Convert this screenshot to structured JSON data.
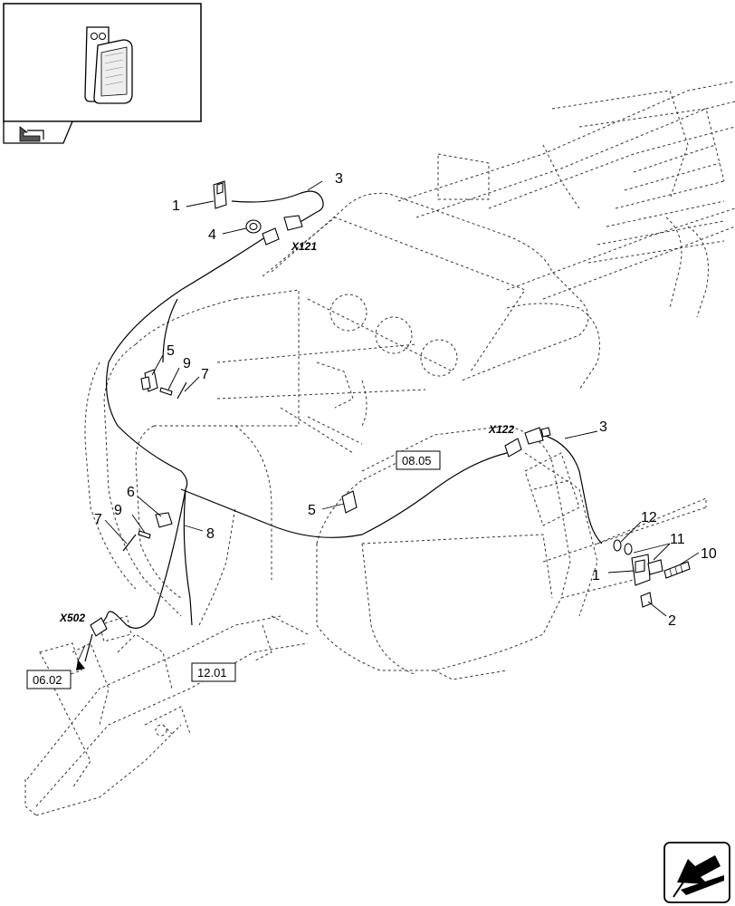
{
  "callouts": [
    {
      "id": "c1a",
      "text": "1"
    },
    {
      "id": "c3a",
      "text": "3"
    },
    {
      "id": "c4",
      "text": "4"
    },
    {
      "id": "c5a",
      "text": "5"
    },
    {
      "id": "c9a",
      "text": "9"
    },
    {
      "id": "c7a",
      "text": "7"
    },
    {
      "id": "c6",
      "text": "6"
    },
    {
      "id": "c9b",
      "text": "9"
    },
    {
      "id": "c7b",
      "text": "7"
    },
    {
      "id": "c8",
      "text": "8"
    },
    {
      "id": "c5b",
      "text": "5"
    },
    {
      "id": "c3b",
      "text": "3"
    },
    {
      "id": "c12",
      "text": "12"
    },
    {
      "id": "c11",
      "text": "11"
    },
    {
      "id": "c10",
      "text": "10"
    },
    {
      "id": "c1b",
      "text": "1"
    },
    {
      "id": "c2",
      "text": "2"
    }
  ],
  "connectors": {
    "x121": "X121",
    "x122": "X122",
    "x502": "X502"
  },
  "references": {
    "r0805": "08.05",
    "r0602": "06.02",
    "r1201": "12.01"
  },
  "icons": {
    "inset": "tail-light-inset-icon",
    "nav_back": "page-back-arrow-icon",
    "nav_forward": "page-forward-arrow-icon"
  }
}
